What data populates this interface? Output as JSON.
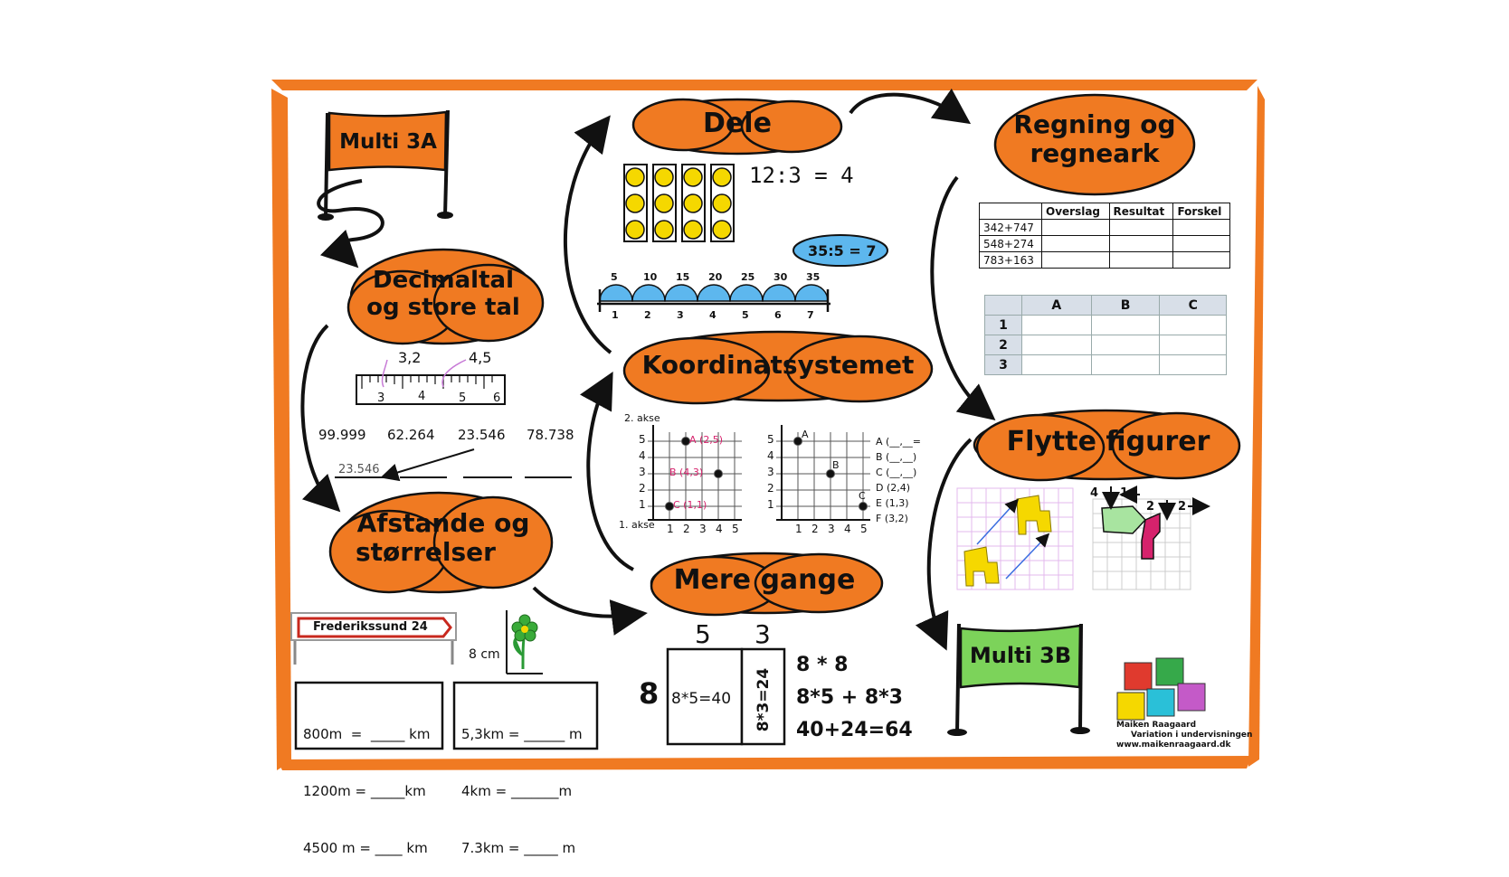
{
  "clouds": {
    "dele": "Dele",
    "regning": [
      "Regning og",
      "regneark"
    ],
    "decimaltal": [
      "Decimaltal",
      "og store tal"
    ],
    "koordinat": "Koordinatsystemet",
    "afstande": [
      "Afstande og",
      "størrelser"
    ],
    "mere_gange": "Mere gange",
    "flytte": "Flytte figurer"
  },
  "banners": {
    "multi_3a": "Multi 3A",
    "multi_3b": "Multi 3B"
  },
  "dele": {
    "equation": "12:3 = 4",
    "oval_equation": "35:5 = 7",
    "top_ticks": [
      "5",
      "10",
      "15",
      "20",
      "25",
      "30",
      "35"
    ],
    "bottom_ticks": [
      "1",
      "2",
      "3",
      "4",
      "5",
      "6",
      "7"
    ]
  },
  "regning_table": {
    "headers": [
      "",
      "Overslag",
      "Resultat",
      "Forskel"
    ],
    "rows": [
      "342+747",
      "548+274",
      "783+163"
    ]
  },
  "sheet": {
    "cols": [
      "A",
      "B",
      "C"
    ],
    "rows": [
      "1",
      "2",
      "3"
    ]
  },
  "decimal": {
    "ruler_labels_top": [
      "3,2",
      "4,5"
    ],
    "ruler_ticks": [
      "3",
      "4",
      "5",
      "6"
    ],
    "numbers": [
      "99.999",
      "62.264",
      "23.546",
      "78.738"
    ],
    "answer": "23.546"
  },
  "koordinat": {
    "left": {
      "y_axis_label": "2. akse",
      "x_axis_label": "1. akse",
      "y_ticks": [
        "5",
        "4",
        "3",
        "2",
        "1"
      ],
      "x_ticks": [
        "1",
        "2",
        "3",
        "4",
        "5"
      ],
      "points": [
        "A (2,5)",
        "B (4,3)",
        "C (1,1)"
      ]
    },
    "right": {
      "y_ticks": [
        "5",
        "4",
        "3",
        "2",
        "1"
      ],
      "x_ticks": [
        "1",
        "2",
        "3",
        "4",
        "5"
      ],
      "point_labels": [
        "A",
        "B",
        "C"
      ],
      "list": [
        "A (__,__=",
        "B (__,__)",
        "C (__,__)",
        "D (2,4)",
        "E (1,3)",
        "F (3,2)"
      ]
    }
  },
  "afstande": {
    "sign": "Frederikssund 24",
    "height": "8 cm",
    "box1": [
      "800m  =  _____ km",
      "1200m = _____km",
      "4500 m = ____ km"
    ],
    "box2": [
      "5,3km = ______ m",
      "4km = _______m",
      "7.3km = _____ m"
    ]
  },
  "gange": {
    "top": [
      "5",
      "3"
    ],
    "left": "8",
    "cell1": "8*5=40",
    "cell2": "8*3=24",
    "lines": [
      "8 * 8",
      "8*5 + 8*3",
      "40+24=64"
    ]
  },
  "flytte": {
    "labels": [
      "4",
      "1",
      "2",
      "2"
    ]
  },
  "logo": {
    "name": "Maiken Raagaard",
    "tagline": "Variation i undervisningen",
    "url": "www.maikenraagaard.dk"
  },
  "colors": {
    "orange": "#f07a22",
    "green": "#7cd35a",
    "blue_oval": "#5db7ee",
    "yellow": "#f5d800",
    "pink": "#d6226c"
  }
}
